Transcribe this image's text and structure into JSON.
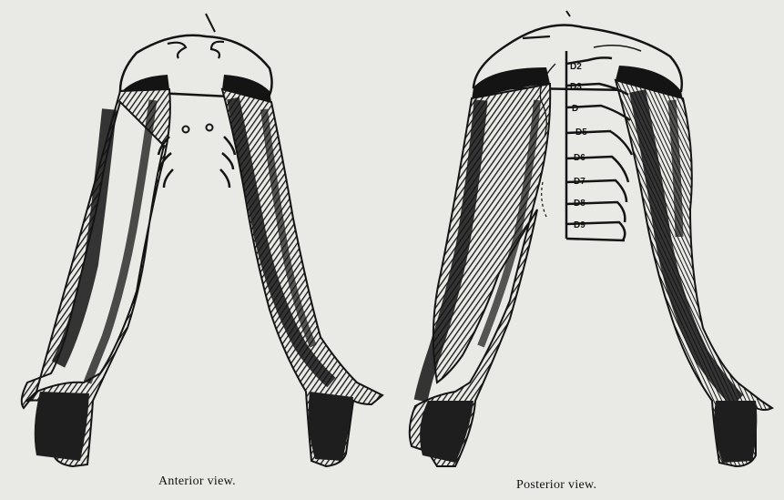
{
  "figure": {
    "views": [
      {
        "id": "anterior",
        "caption": "Anterior view."
      },
      {
        "id": "posterior",
        "caption": "Posterior view."
      }
    ],
    "dermatome_labels": [
      "D2",
      "D3",
      "D",
      "D5",
      "D6",
      "D7",
      "D8",
      "D9"
    ]
  },
  "colors": {
    "background": "#e9e9e6",
    "ink": "#141414",
    "shade": "#3a3a3a"
  }
}
